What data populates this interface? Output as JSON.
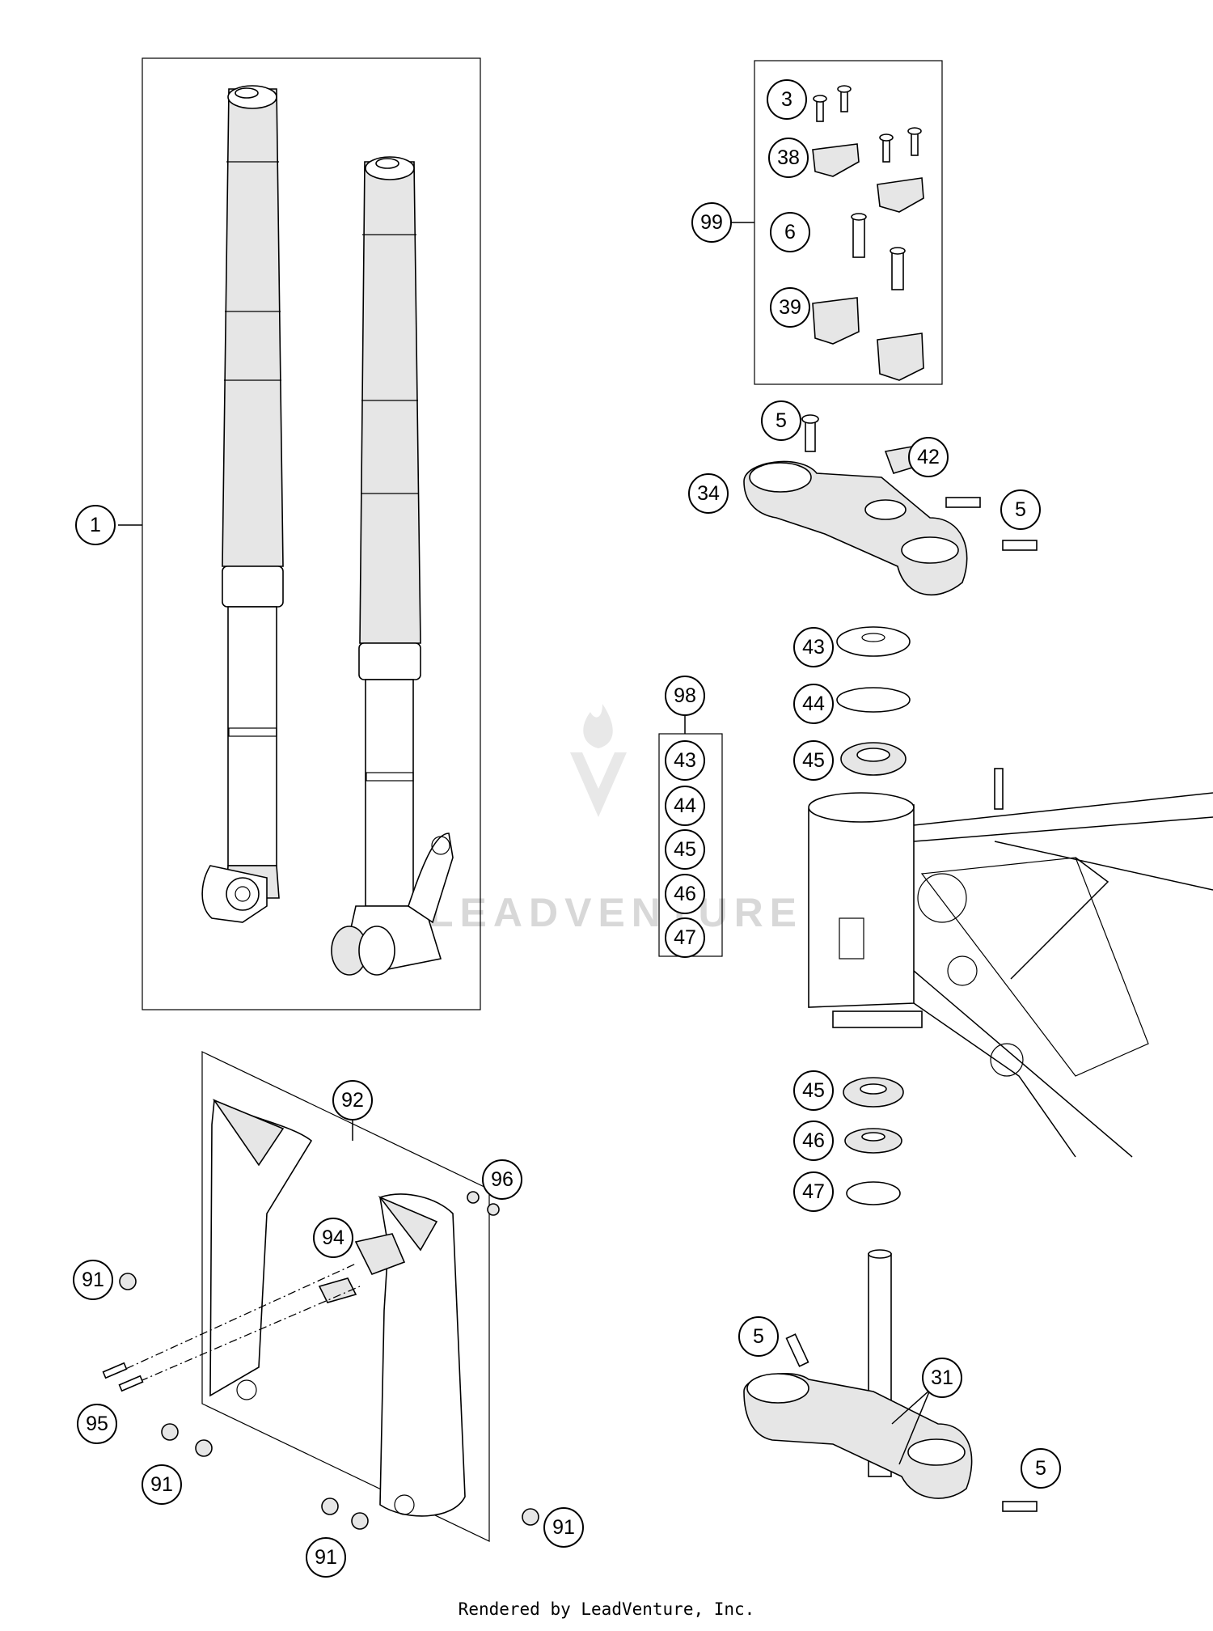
{
  "watermark": "LEADVENTURE",
  "footer": "Rendered by LeadVenture, Inc.",
  "callouts": {
    "c1": "1",
    "c3": "3",
    "c38": "38",
    "c99": "99",
    "c6": "6",
    "c39": "39",
    "c5a": "5",
    "c42": "42",
    "c34": "34",
    "c5b": "5",
    "c43": "43",
    "c44": "44",
    "c45": "45",
    "c98": "98",
    "k43": "43",
    "k44": "44",
    "k45": "45",
    "k46": "46",
    "k47": "47",
    "c45b": "45",
    "c46": "46",
    "c47": "47",
    "c92": "92",
    "c96": "96",
    "c94": "94",
    "c91a": "91",
    "c95": "95",
    "c91b": "91",
    "c91c": "91",
    "c91d": "91",
    "c5c": "5",
    "c31": "31",
    "c5d": "5"
  }
}
